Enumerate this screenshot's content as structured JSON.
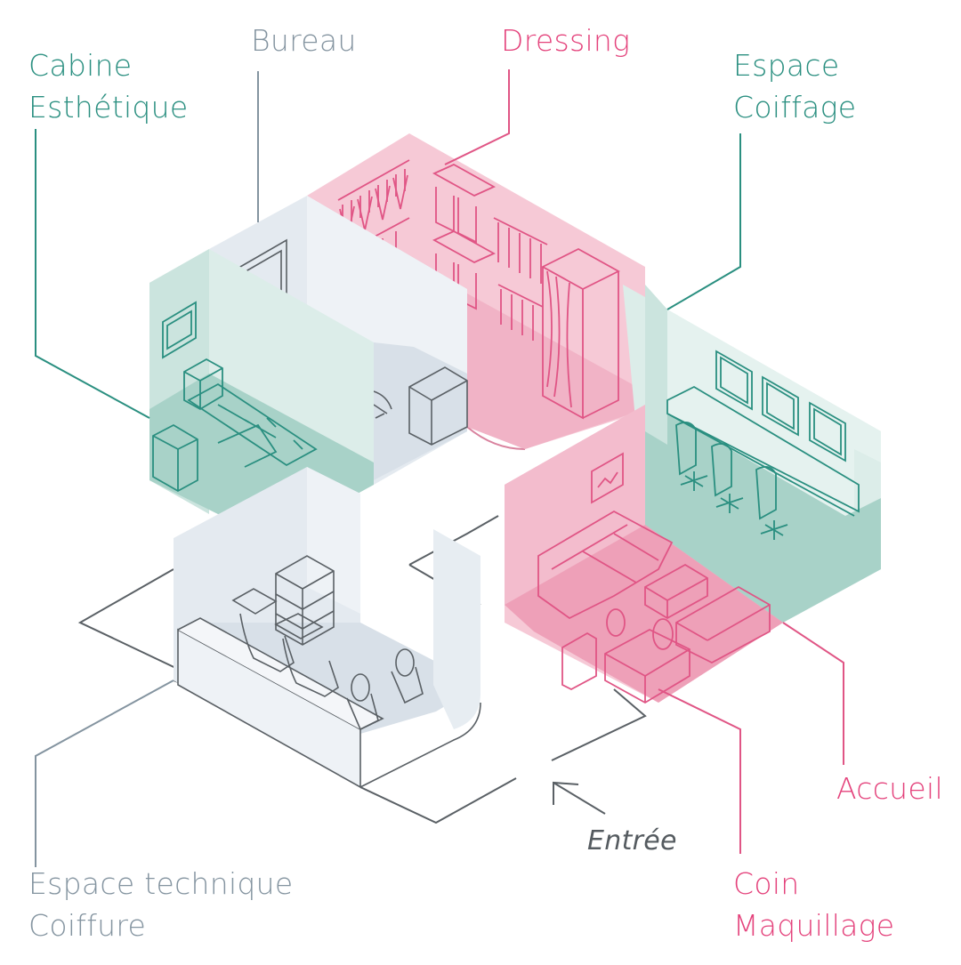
{
  "labels": {
    "cabine": [
      "Cabine",
      "Esthétique"
    ],
    "bureau": "Bureau",
    "dressing": "Dressing",
    "espace_coiffage": [
      "Espace",
      "Coiffage"
    ],
    "espace_technique": [
      "Espace technique",
      "Coiffure"
    ],
    "accueil": "Accueil",
    "coin_maquillage": [
      "Coin",
      "Maquillage"
    ],
    "entree": "Entrée"
  },
  "colors": {
    "teal": "#2a8f80",
    "pink": "#e4437c",
    "grey": "#8494a0",
    "dark": "#555b60"
  }
}
